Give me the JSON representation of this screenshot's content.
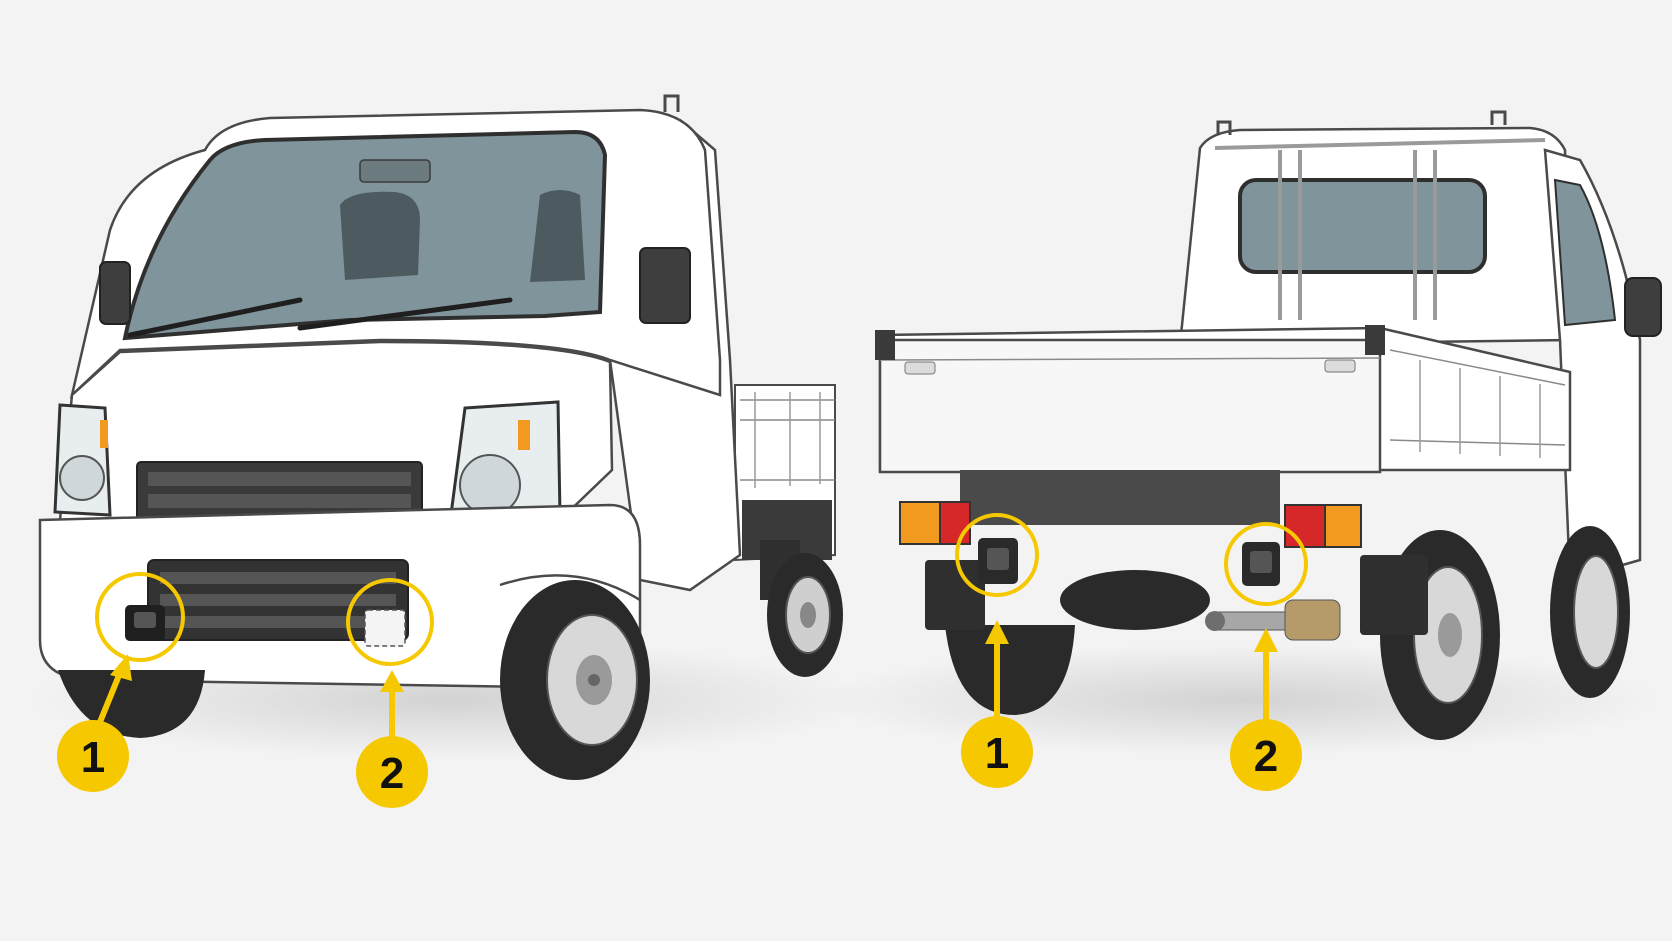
{
  "diagram": {
    "colors": {
      "background": "#f3f3f3",
      "callout": "#f5c800",
      "callout_text": "#111111",
      "body_white": "#ffffff",
      "outline": "#4a4a4a",
      "glass": "#7f949b",
      "tire": "#2a2a2a",
      "rim": "#d8d8d8",
      "turn_signal": "#f29a1f",
      "tail_red": "#d62828"
    },
    "views": [
      {
        "id": "front-view",
        "callouts": [
          {
            "number": "1",
            "target": "front-tow-hook"
          },
          {
            "number": "2",
            "target": "front-tow-hook-cover"
          }
        ]
      },
      {
        "id": "rear-view",
        "callouts": [
          {
            "number": "1",
            "target": "rear-left-tow-hook"
          },
          {
            "number": "2",
            "target": "rear-right-tow-hook"
          }
        ]
      }
    ]
  }
}
